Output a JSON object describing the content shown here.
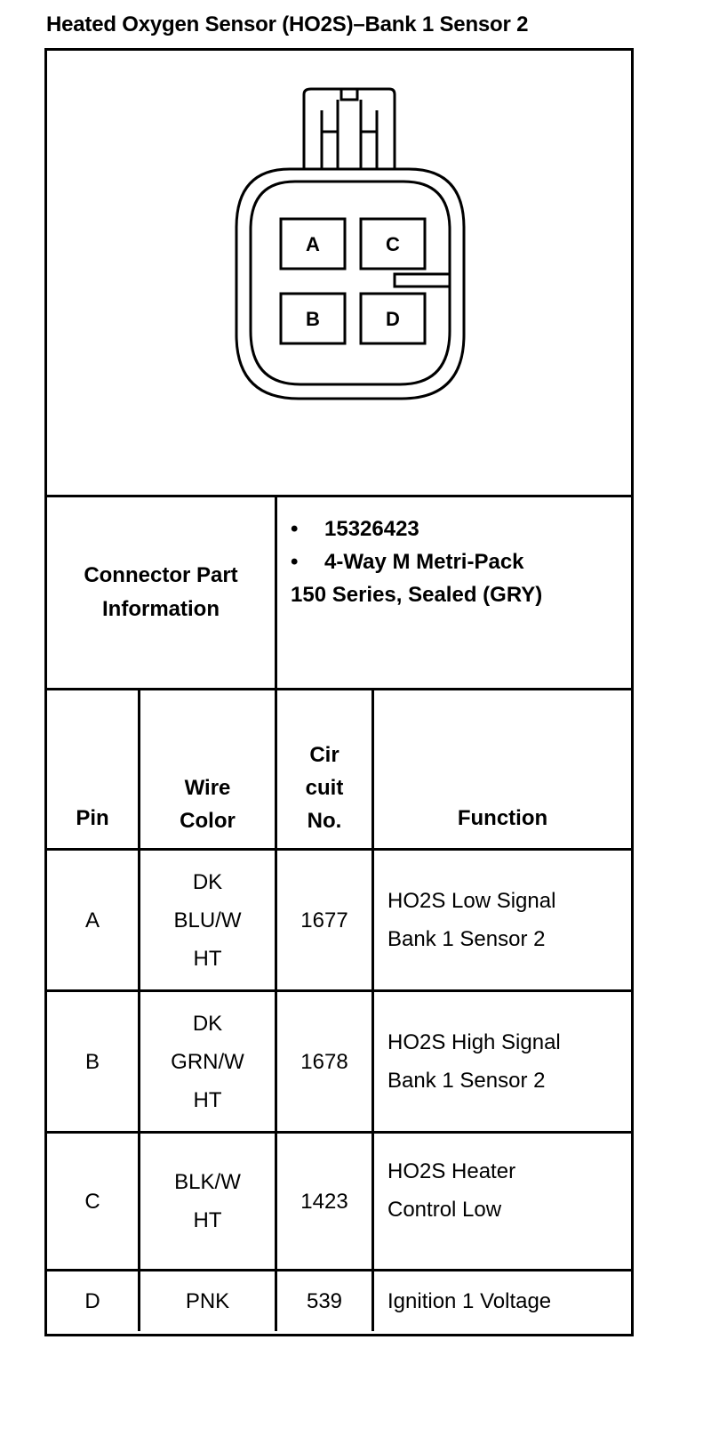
{
  "title": "Heated Oxygen Sensor (HO2S)–Bank 1 Sensor 2",
  "connector_pins": [
    "A",
    "C",
    "B",
    "D"
  ],
  "part_info": {
    "label_line1": "Connector Part",
    "label_line2": "Information",
    "bullet": "•",
    "part_number": "15326423",
    "description_line1": "4-Way M Metri-Pack",
    "description_line2": "150 Series, Sealed (GRY)"
  },
  "table": {
    "headers": {
      "pin": "Pin",
      "wire_color_line1": "Wire",
      "wire_color_line2": "Color",
      "circuit_line1": "Cir",
      "circuit_line2": "cuit",
      "circuit_line3": "No.",
      "function": "Function"
    },
    "rows": [
      {
        "pin": "A",
        "wire": [
          "DK",
          "BLU/W",
          "HT"
        ],
        "circuit": "1677",
        "function": [
          "HO2S Low Signal",
          "Bank 1 Sensor 2"
        ]
      },
      {
        "pin": "B",
        "wire": [
          "DK",
          "GRN/W",
          "HT"
        ],
        "circuit": "1678",
        "function": [
          "HO2S High Signal",
          "Bank 1 Sensor 2"
        ]
      },
      {
        "pin": "C",
        "wire": [
          "BLK/W",
          "HT"
        ],
        "circuit": "1423",
        "function": [
          "HO2S Heater",
          "Control Low"
        ]
      },
      {
        "pin": "D",
        "wire": [
          "PNK"
        ],
        "circuit": "539",
        "function": [
          "Ignition 1 Voltage"
        ]
      }
    ]
  }
}
